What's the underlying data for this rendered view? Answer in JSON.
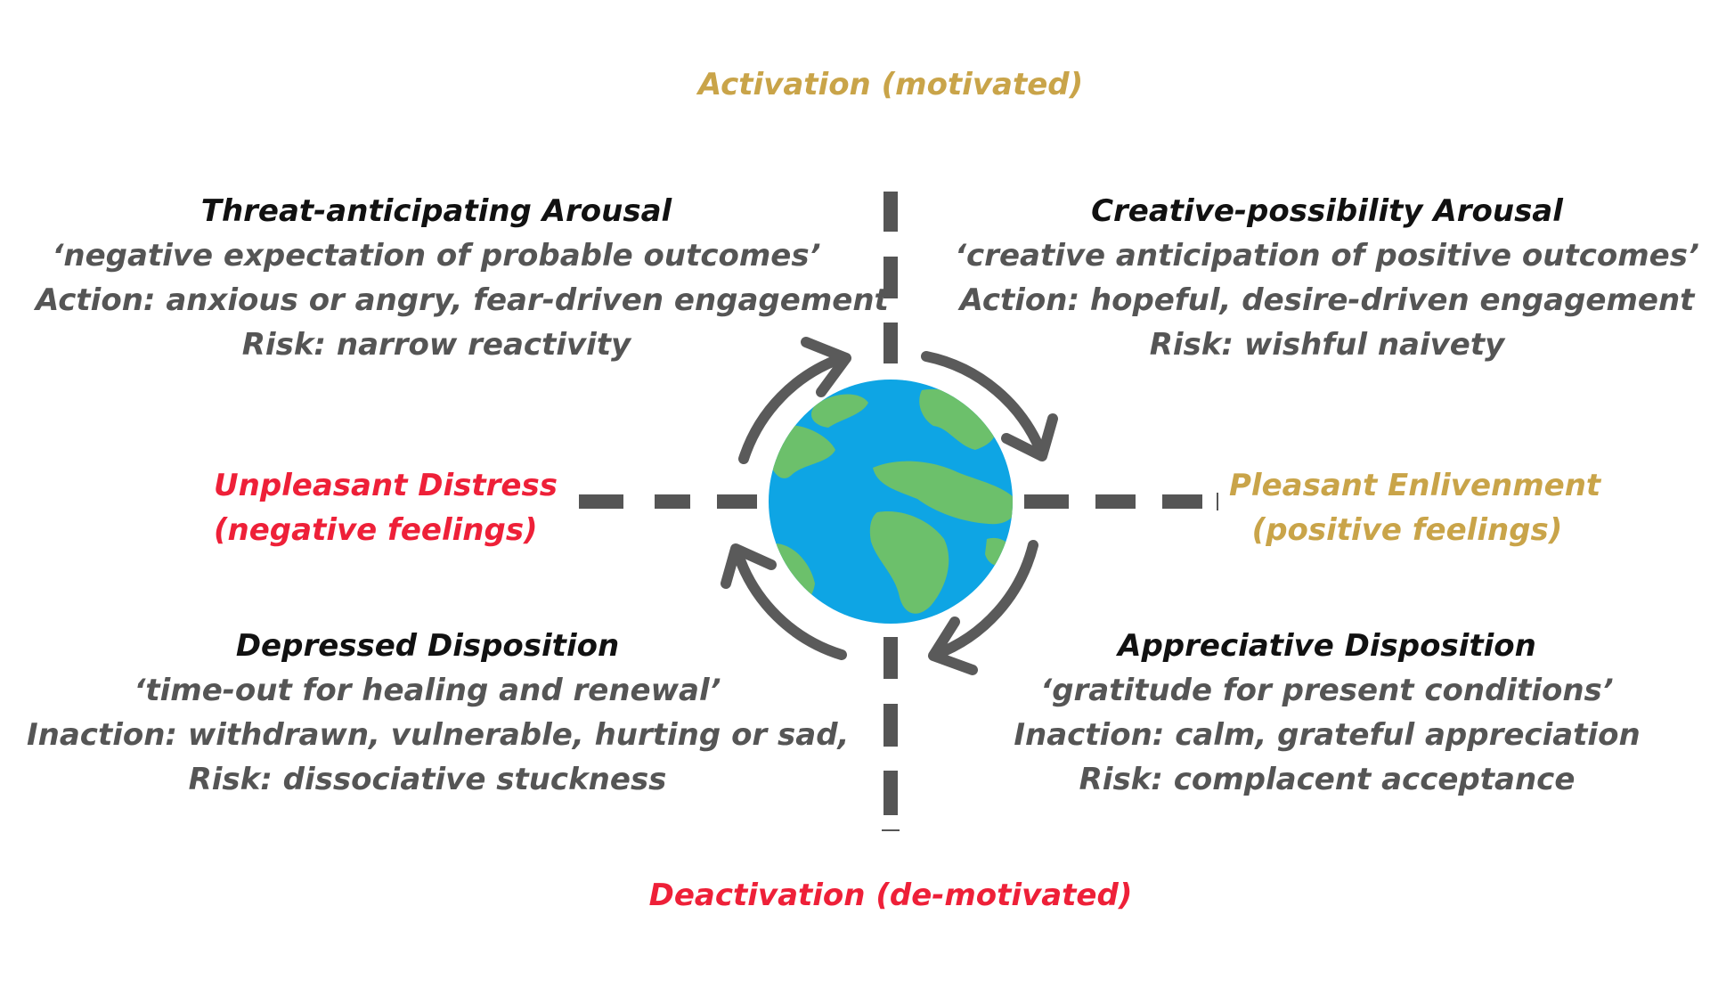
{
  "axes": {
    "top": "Activation (motivated)",
    "bottom": "Deactivation (de-motivated)",
    "left_line1": "Unpleasant Distress",
    "left_line2": "(negative feelings)",
    "right_line1": "Pleasant Enlivenment",
    "right_line2": "(positive feelings)"
  },
  "quadrants": {
    "top_left": {
      "title": "Threat-anticipating Arousal",
      "quote": "‘negative expectation of probable outcomes’",
      "action": "Action: anxious or angry, fear-driven engagement",
      "risk": "Risk: narrow reactivity"
    },
    "top_right": {
      "title": "Creative-possibility Arousal",
      "quote": "‘creative anticipation of positive outcomes’",
      "action": "Action: hopeful, desire-driven engagement",
      "risk": "Risk: wishful naivety"
    },
    "bottom_left": {
      "title": "Depressed Disposition",
      "quote": "‘time-out for healing and renewal’",
      "action": "Inaction: withdrawn, vulnerable, hurting or sad,",
      "risk": "Risk: dissociative stuckness"
    },
    "bottom_right": {
      "title": "Appreciative Disposition",
      "quote": "‘gratitude for present conditions’",
      "action": "Inaction: calm, grateful appreciation",
      "risk": "Risk: complacent acceptance"
    }
  },
  "colors": {
    "gold": "#c9a449",
    "red": "#ee2038",
    "axis_dash": "#555555",
    "ocean": "#0ea5e4",
    "land": "#6cc06b",
    "arrow": "#5a5a5a"
  },
  "icons": {
    "center": "globe-icon",
    "cycle": "circular-arrows-icon"
  }
}
